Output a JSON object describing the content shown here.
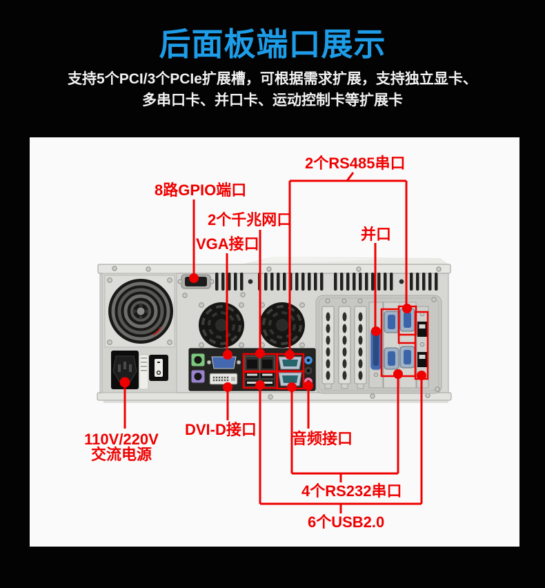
{
  "page": {
    "title": "后面板端口展示",
    "description_line1": "支持5个PCI/3个PCIe扩展槽，可根据需求扩展，支持独立显卡、",
    "description_line2": "多串口卡、并口卡、运动控制卡等扩展卡"
  },
  "colors": {
    "title_blue": "#1d9ce8",
    "annotation_red": "#ef0000",
    "background_black": "#030303",
    "panel_white": "#fafafa"
  },
  "annotations": {
    "rs485": {
      "label": "2个RS485串口"
    },
    "gpio": {
      "label": "8路GPIO端口"
    },
    "lan": {
      "label": "2个千兆网口"
    },
    "vga": {
      "label": "VGA接口"
    },
    "parallel": {
      "label": "并口"
    },
    "power": {
      "label_line1": "110V/220V",
      "label_line2": "交流电源"
    },
    "dvi": {
      "label": "DVI-D接口"
    },
    "audio": {
      "label": "音频接口"
    },
    "rs232": {
      "label": "4个RS232串口"
    },
    "usb": {
      "label": "6个USB2.0"
    }
  }
}
